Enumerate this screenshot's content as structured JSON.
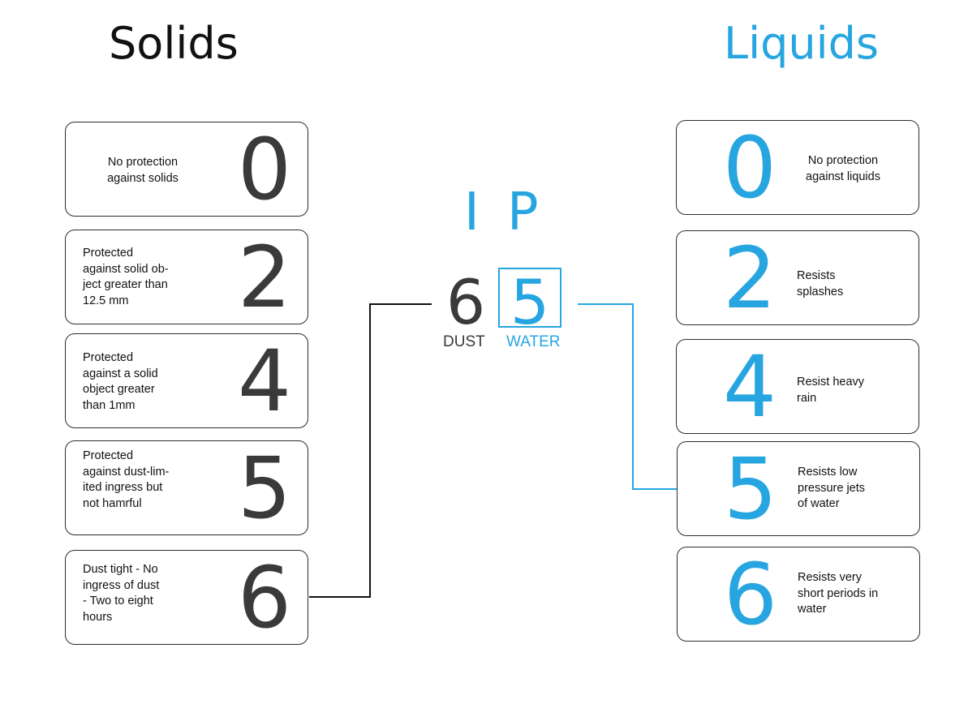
{
  "titles": {
    "solids": "Solids",
    "liquids": "Liquids"
  },
  "ip": {
    "letter_i": "I",
    "letter_p": "P",
    "dust_digit": "6",
    "water_digit": "5",
    "dust_label": "DUST",
    "water_label": "WATER"
  },
  "solids": [
    {
      "digit": "0",
      "lines": [
        "No protection",
        "against solids"
      ]
    },
    {
      "digit": "2",
      "lines": [
        "Protected",
        "against solid ob-",
        "ject greater than",
        "12.5 mm"
      ]
    },
    {
      "digit": "4",
      "lines": [
        "Protected",
        "against a solid",
        "object greater",
        "than 1mm"
      ]
    },
    {
      "digit": "5",
      "lines": [
        "Protected",
        "against dust-lim-",
        "ited ingress but",
        "not hamrful"
      ]
    },
    {
      "digit": "6",
      "lines": [
        "Dust tight - No",
        "ingress of dust",
        "- Two to eight",
        "hours"
      ]
    }
  ],
  "liquids": [
    {
      "digit": "0",
      "lines": [
        "No protection",
        "against liquids"
      ]
    },
    {
      "digit": "2",
      "lines": [
        "Resists",
        "splashes"
      ]
    },
    {
      "digit": "4",
      "lines": [
        "Resist heavy",
        "rain"
      ]
    },
    {
      "digit": "5",
      "lines": [
        "Resists low",
        "pressure jets",
        "of water"
      ]
    },
    {
      "digit": "6",
      "lines": [
        "Resists very",
        "short periods in",
        "water"
      ]
    }
  ],
  "colors": {
    "accent": "#27a5e0",
    "dark": "#3a3a3a",
    "connector_dark": "#111111"
  }
}
